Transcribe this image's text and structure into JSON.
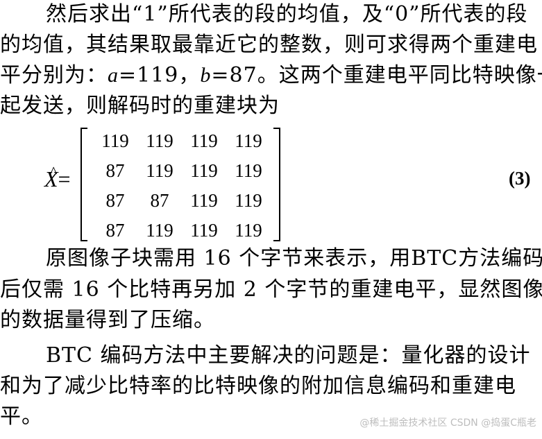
{
  "paragraph1": {
    "line1": "然后求出“1”所代表的段的均值，及“0”所代表的段",
    "line2": "的均值，其结果取最靠近它的整数，则可求得两个重建电",
    "line3_prefix": "平分别为：",
    "line3_a": "a",
    "line3_a_val": "=119，",
    "line3_b": "b",
    "line3_b_val": "=87。这两个重建电平同比特映像一",
    "line4": "起发送，则解码时的重建块为"
  },
  "equation": {
    "lhs_var": "X",
    "lhs_hat": "^",
    "lhs_eq": "=",
    "matrix": [
      [
        "119",
        "119",
        "119",
        "119"
      ],
      [
        "87",
        "119",
        "119",
        "119"
      ],
      [
        "87",
        "87",
        "119",
        "119"
      ],
      [
        "87",
        "119",
        "119",
        "119"
      ]
    ],
    "number": "(3)"
  },
  "paragraph2": {
    "line1": "原图像子块需用 16 个字节来表示，用BTC方法编码",
    "line2": "后仅需 16 个比特再另加 2 个字节的重建电平，显然图像",
    "line3": "的数据量得到了压缩。"
  },
  "paragraph3": {
    "line1": "BTC 编码方法中主要解决的问题是：量化器的设计",
    "line2": "和为了减少比特率的比特映像的附加信息编码和重建电",
    "line3": "平。"
  },
  "watermark": "@稀土掘金技术社区 CSDN @捣蛋C瓶老"
}
